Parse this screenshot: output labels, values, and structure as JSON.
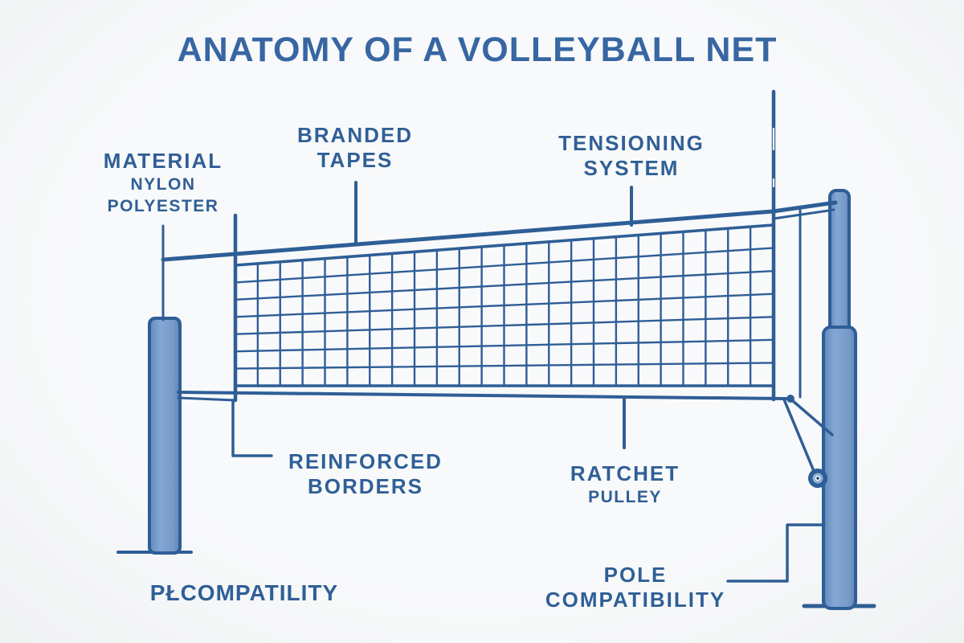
{
  "title": "ANATOMY OF A VOLLEYBALL NET",
  "labels": {
    "material": {
      "title": "MATERIAL",
      "sub1": "NYLON",
      "sub2": "POLYESTER"
    },
    "branded_tapes": {
      "line1": "BRANDED",
      "line2": "TAPES"
    },
    "tensioning_system": {
      "line1": "TENSIONING",
      "line2": "SYSTEM"
    },
    "reinforced_borders": {
      "line1": "REINFORCED",
      "line2": "BORDERS"
    },
    "ratchet_pulley": {
      "title": "RATCHET",
      "sub": "PULLEY"
    },
    "pole_compatibility": {
      "line1": "POLE",
      "line2": "COMPATIBILITY"
    },
    "bottom_left_caption": "PŁCOMPATILITY"
  },
  "colors": {
    "background": "#f6f7f7",
    "line_blue": "#2e5e96",
    "title_blue": "#3766a3",
    "label_blue": "#2f5f97",
    "pole_fill_light": "#84a7d3",
    "pole_fill_dark": "#6089bb",
    "pulley_hub": "#8fb0d8"
  }
}
